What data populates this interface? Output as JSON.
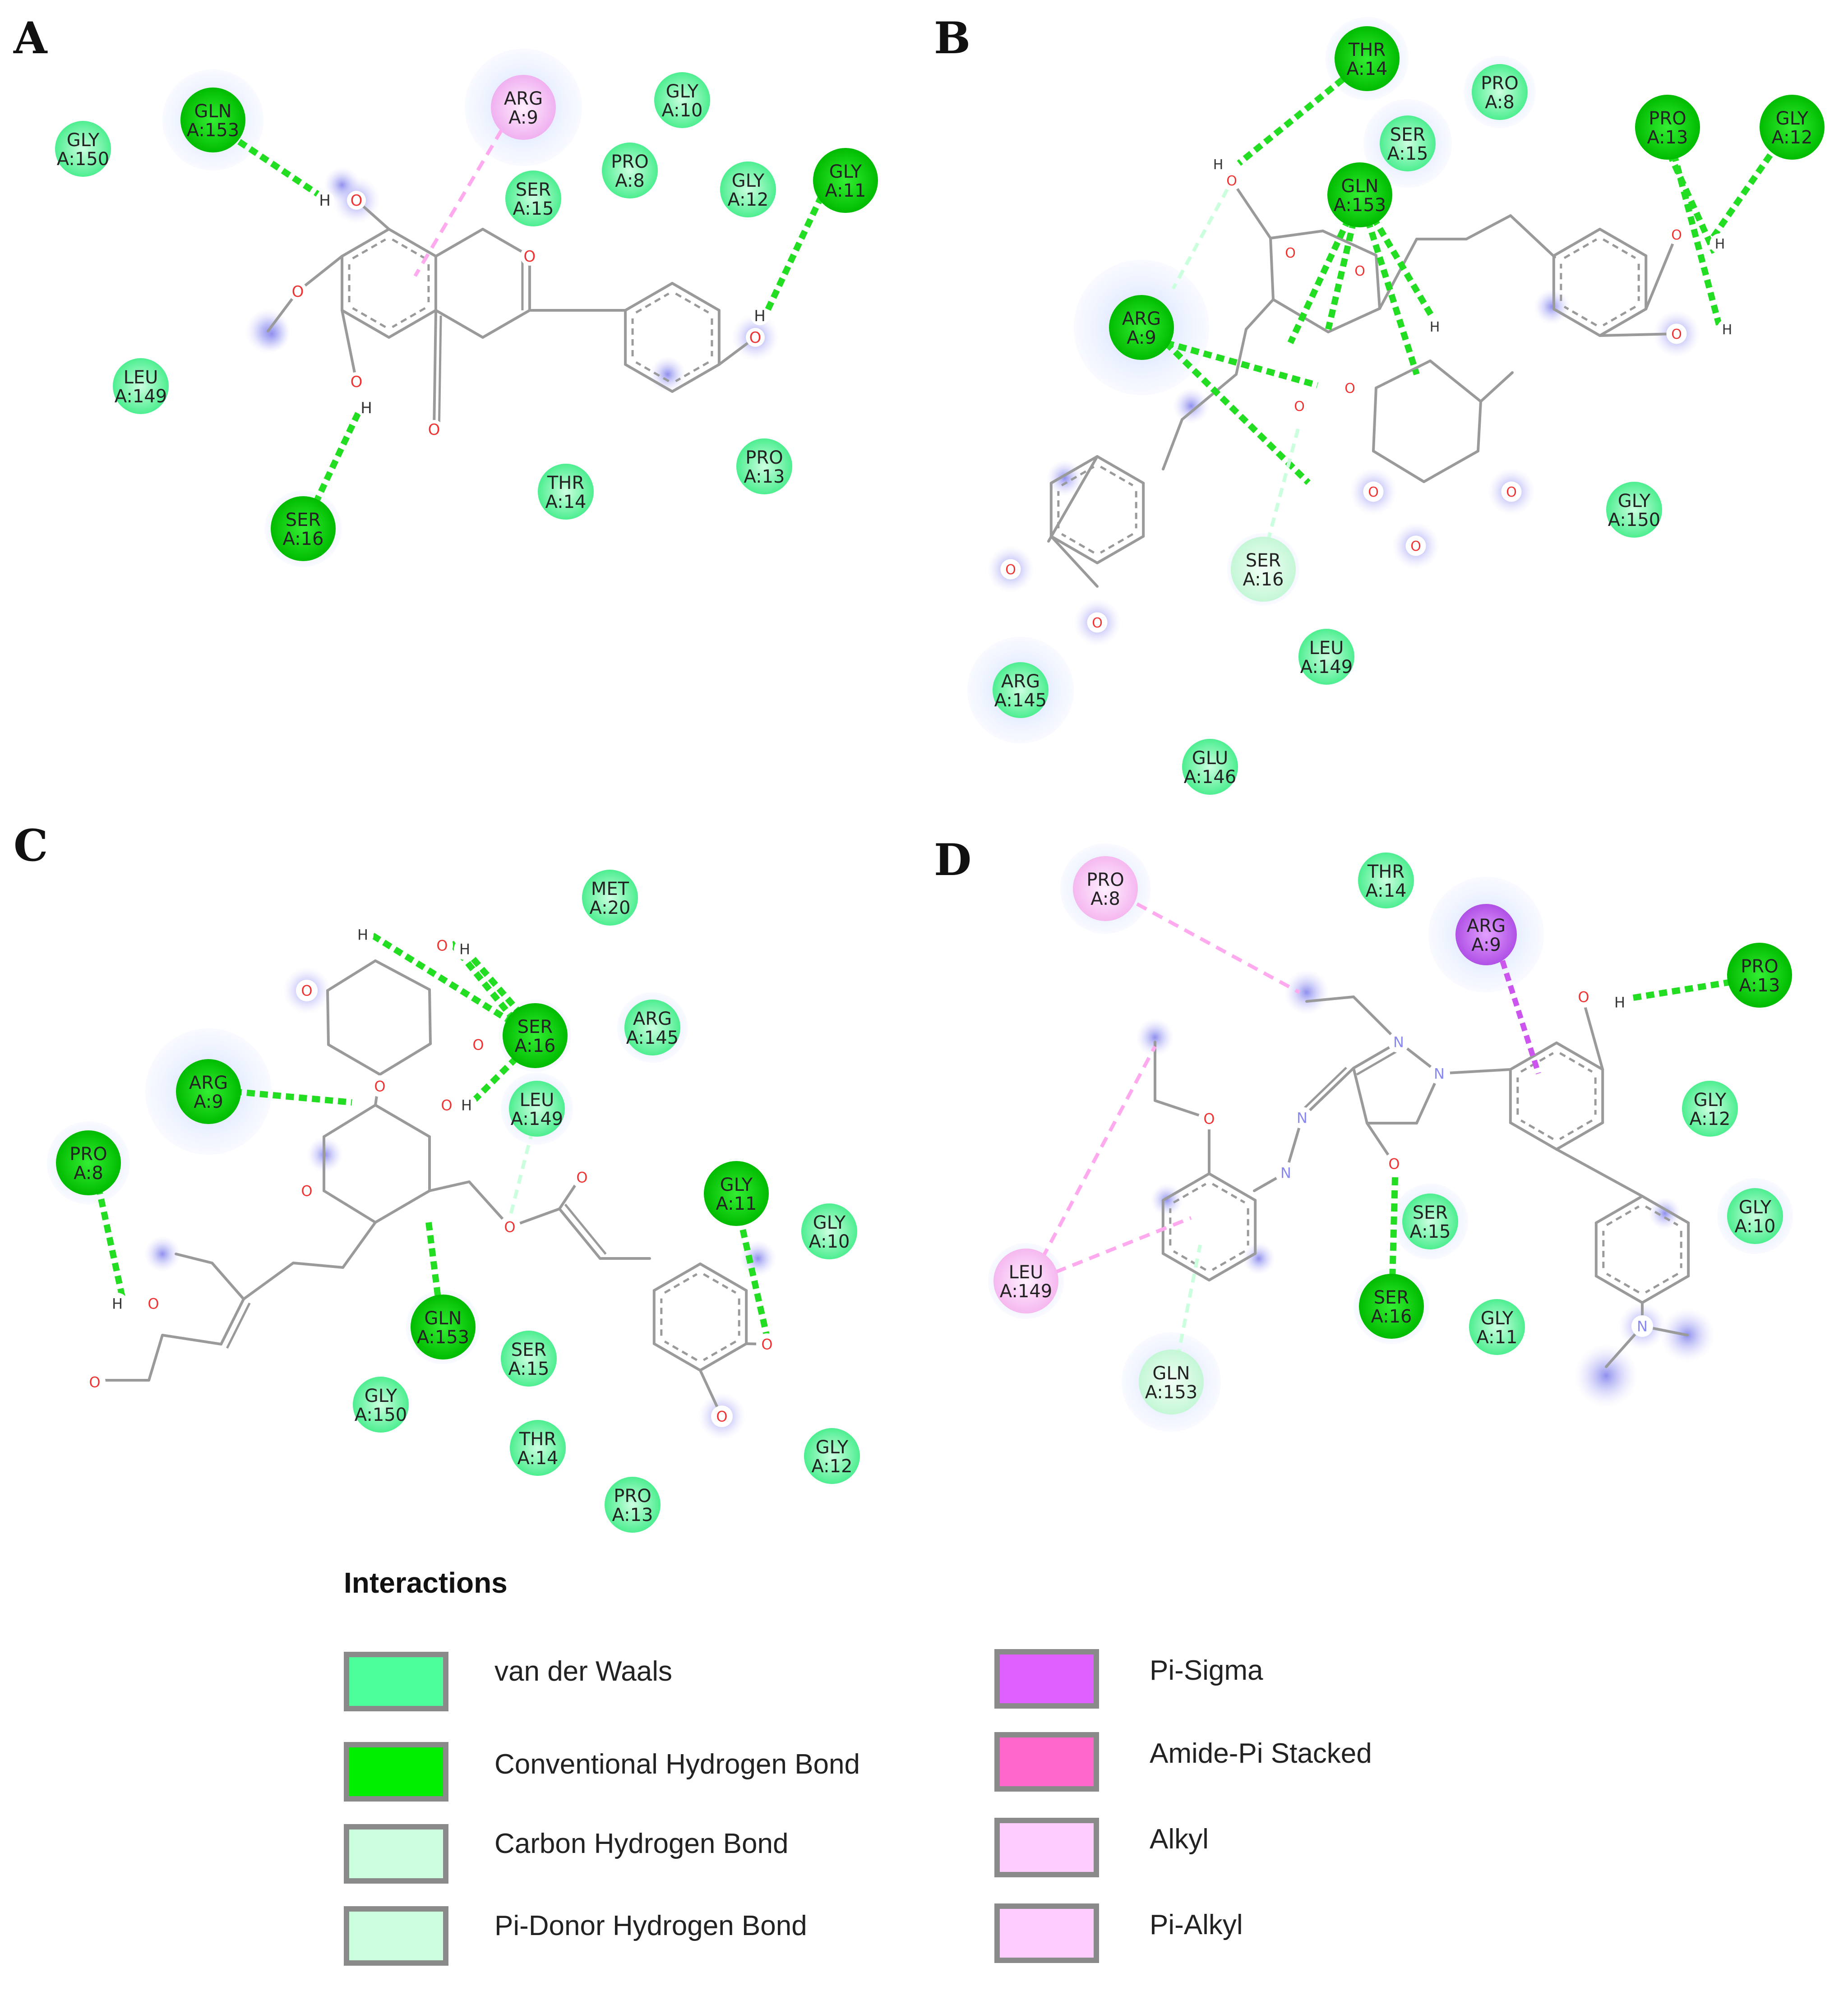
{
  "panels": [
    {
      "letter": "A",
      "residues": [
        {
          "id": "gln153",
          "label": [
            "GLN",
            "A:153"
          ],
          "type": "hbond"
        },
        {
          "id": "arg9",
          "label": [
            "ARG",
            "A:9"
          ],
          "type": "pisigma_light"
        },
        {
          "id": "gly10",
          "label": [
            "GLY",
            "A:10"
          ],
          "type": "vdw"
        },
        {
          "id": "gly150",
          "label": [
            "GLY",
            "A:150"
          ],
          "type": "vdw"
        },
        {
          "id": "ser15",
          "label": [
            "SER",
            "A:15"
          ],
          "type": "vdw"
        },
        {
          "id": "pro8",
          "label": [
            "PRO",
            "A:8"
          ],
          "type": "vdw"
        },
        {
          "id": "gly12",
          "label": [
            "GLY",
            "A:12"
          ],
          "type": "vdw"
        },
        {
          "id": "gly11",
          "label": [
            "GLY",
            "A:11"
          ],
          "type": "hbond"
        },
        {
          "id": "leu149",
          "label": [
            "LEU",
            "A:149"
          ],
          "type": "vdw"
        },
        {
          "id": "ser16",
          "label": [
            "SER",
            "A:16"
          ],
          "type": "hbond"
        },
        {
          "id": "thr14",
          "label": [
            "THR",
            "A:14"
          ],
          "type": "vdw"
        },
        {
          "id": "pro13",
          "label": [
            "PRO",
            "A:13"
          ],
          "type": "vdw"
        }
      ]
    },
    {
      "letter": "B",
      "residues": [
        {
          "id": "thr14",
          "label": [
            "THR",
            "A:14"
          ],
          "type": "hbond"
        },
        {
          "id": "pro8",
          "label": [
            "PRO",
            "A:8"
          ],
          "type": "vdw"
        },
        {
          "id": "ser15",
          "label": [
            "SER",
            "A:15"
          ],
          "type": "vdw"
        },
        {
          "id": "gln153",
          "label": [
            "GLN",
            "A:153"
          ],
          "type": "hbond"
        },
        {
          "id": "pro13",
          "label": [
            "PRO",
            "A:13"
          ],
          "type": "hbond"
        },
        {
          "id": "gly12",
          "label": [
            "GLY",
            "A:12"
          ],
          "type": "hbond"
        },
        {
          "id": "arg9",
          "label": [
            "ARG",
            "A:9"
          ],
          "type": "hbond"
        },
        {
          "id": "gly150",
          "label": [
            "GLY",
            "A:150"
          ],
          "type": "vdw"
        },
        {
          "id": "ser16",
          "label": [
            "SER",
            "A:16"
          ],
          "type": "chbond"
        },
        {
          "id": "leu149",
          "label": [
            "LEU",
            "A:149"
          ],
          "type": "vdw"
        },
        {
          "id": "arg145",
          "label": [
            "ARG",
            "A:145"
          ],
          "type": "vdw"
        },
        {
          "id": "glu146",
          "label": [
            "GLU",
            "A:146"
          ],
          "type": "vdw"
        }
      ]
    },
    {
      "letter": "C",
      "residues": [
        {
          "id": "met20",
          "label": [
            "MET",
            "A:20"
          ],
          "type": "vdw"
        },
        {
          "id": "ser16",
          "label": [
            "SER",
            "A:16"
          ],
          "type": "hbond"
        },
        {
          "id": "arg145",
          "label": [
            "ARG",
            "A:145"
          ],
          "type": "vdw"
        },
        {
          "id": "arg9",
          "label": [
            "ARG",
            "A:9"
          ],
          "type": "hbond"
        },
        {
          "id": "leu149",
          "label": [
            "LEU",
            "A:149"
          ],
          "type": "vdw"
        },
        {
          "id": "pro8",
          "label": [
            "PRO",
            "A:8"
          ],
          "type": "hbond"
        },
        {
          "id": "gly11",
          "label": [
            "GLY",
            "A:11"
          ],
          "type": "hbond"
        },
        {
          "id": "gly10",
          "label": [
            "GLY",
            "A:10"
          ],
          "type": "vdw"
        },
        {
          "id": "gln153",
          "label": [
            "GLN",
            "A:153"
          ],
          "type": "hbond"
        },
        {
          "id": "ser15",
          "label": [
            "SER",
            "A:15"
          ],
          "type": "vdw"
        },
        {
          "id": "gly150",
          "label": [
            "GLY",
            "A:150"
          ],
          "type": "vdw"
        },
        {
          "id": "thr14",
          "label": [
            "THR",
            "A:14"
          ],
          "type": "vdw"
        },
        {
          "id": "gly12",
          "label": [
            "GLY",
            "A:12"
          ],
          "type": "vdw"
        },
        {
          "id": "pro13",
          "label": [
            "PRO",
            "A:13"
          ],
          "type": "vdw"
        }
      ]
    },
    {
      "letter": "D",
      "residues": [
        {
          "id": "pro8",
          "label": [
            "PRO",
            "A:8"
          ],
          "type": "alkyl"
        },
        {
          "id": "thr14",
          "label": [
            "THR",
            "A:14"
          ],
          "type": "vdw"
        },
        {
          "id": "arg9",
          "label": [
            "ARG",
            "A:9"
          ],
          "type": "pisigma"
        },
        {
          "id": "pro13",
          "label": [
            "PRO",
            "A:13"
          ],
          "type": "hbond"
        },
        {
          "id": "gly12",
          "label": [
            "GLY",
            "A:12"
          ],
          "type": "vdw"
        },
        {
          "id": "ser15",
          "label": [
            "SER",
            "A:15"
          ],
          "type": "vdw"
        },
        {
          "id": "gly10",
          "label": [
            "GLY",
            "A:10"
          ],
          "type": "vdw"
        },
        {
          "id": "leu149",
          "label": [
            "LEU",
            "A:149"
          ],
          "type": "alkyl"
        },
        {
          "id": "ser16",
          "label": [
            "SER",
            "A:16"
          ],
          "type": "hbond"
        },
        {
          "id": "gly11",
          "label": [
            "GLY",
            "A:11"
          ],
          "type": "vdw"
        },
        {
          "id": "gln153",
          "label": [
            "GLN",
            "A:153"
          ],
          "type": "chbond"
        }
      ]
    }
  ],
  "legend": {
    "title": "Interactions",
    "items": [
      {
        "label": "van der Waals",
        "color": "#4dff9a"
      },
      {
        "label": "Conventional Hydrogen Bond",
        "color": "#00ee00"
      },
      {
        "label": "Carbon Hydrogen Bond",
        "color": "#ccffdd"
      },
      {
        "label": "Pi-Donor Hydrogen Bond",
        "color": "#ccffdd"
      },
      {
        "label": "Pi-Sigma",
        "color": "#e060ff"
      },
      {
        "label": "Amide-Pi Stacked",
        "color": "#ff66cc"
      },
      {
        "label": "Alkyl",
        "color": "#ffccff"
      },
      {
        "label": "Pi-Alkyl",
        "color": "#ffccff"
      }
    ]
  },
  "colors": {
    "hbond_line": "#22dd22",
    "weak_line": "#ccffdd",
    "alkyl_line": "#ffaaee",
    "pisigma_line": "#cc55ee",
    "bond": "#9a9a9a",
    "oxygen": "#ee3333",
    "nitrogen": "#8888ee",
    "halo": "#dde8ff"
  }
}
